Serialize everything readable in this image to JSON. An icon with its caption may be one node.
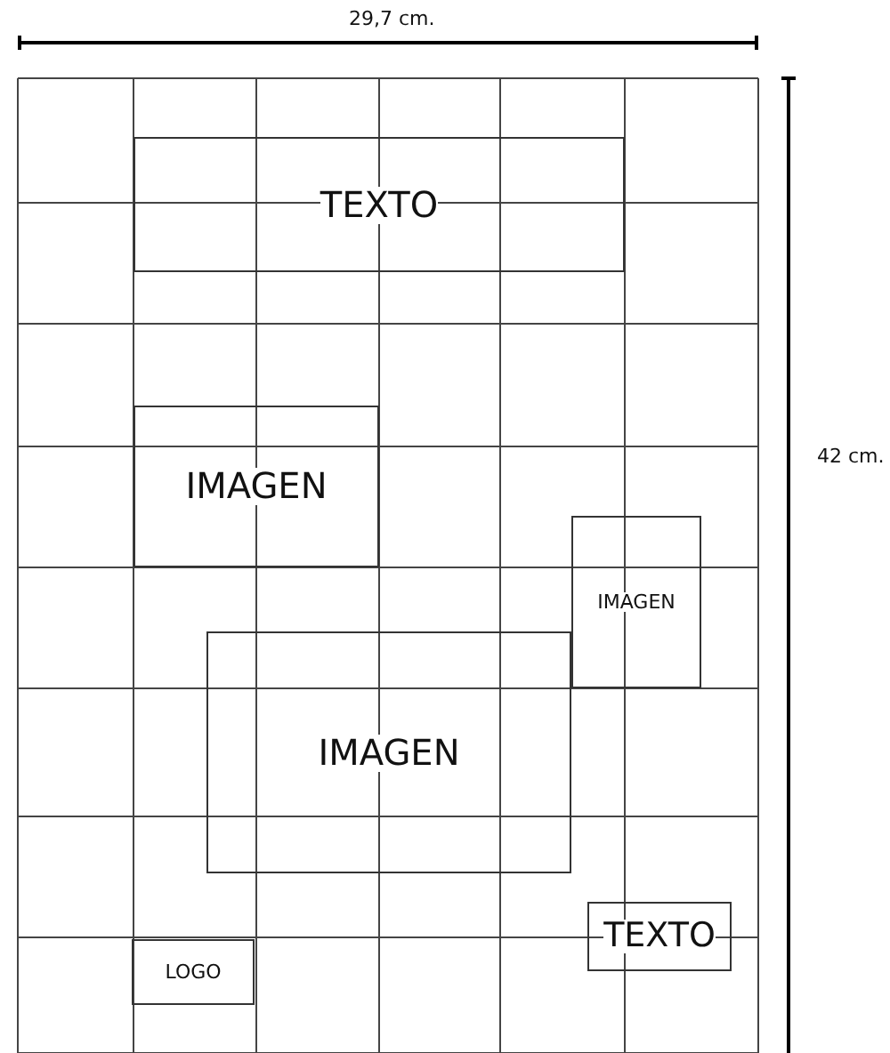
{
  "diagram": {
    "nodes": [
      {
        "text": [
          "TEXTO"
        ]
      },
      {
        "text": [
          "IMAGEN"
        ]
      },
      {
        "text": [
          "IMAGEN"
        ]
      },
      {
        "text": [
          "IMAGEN"
        ]
      },
      {
        "text": [
          "TEXTO"
        ]
      },
      {
        "text": [
          "LOGO"
        ]
      }
    ],
    "labels": [
      "29,7 cm.",
      "42 cm."
    ]
  }
}
